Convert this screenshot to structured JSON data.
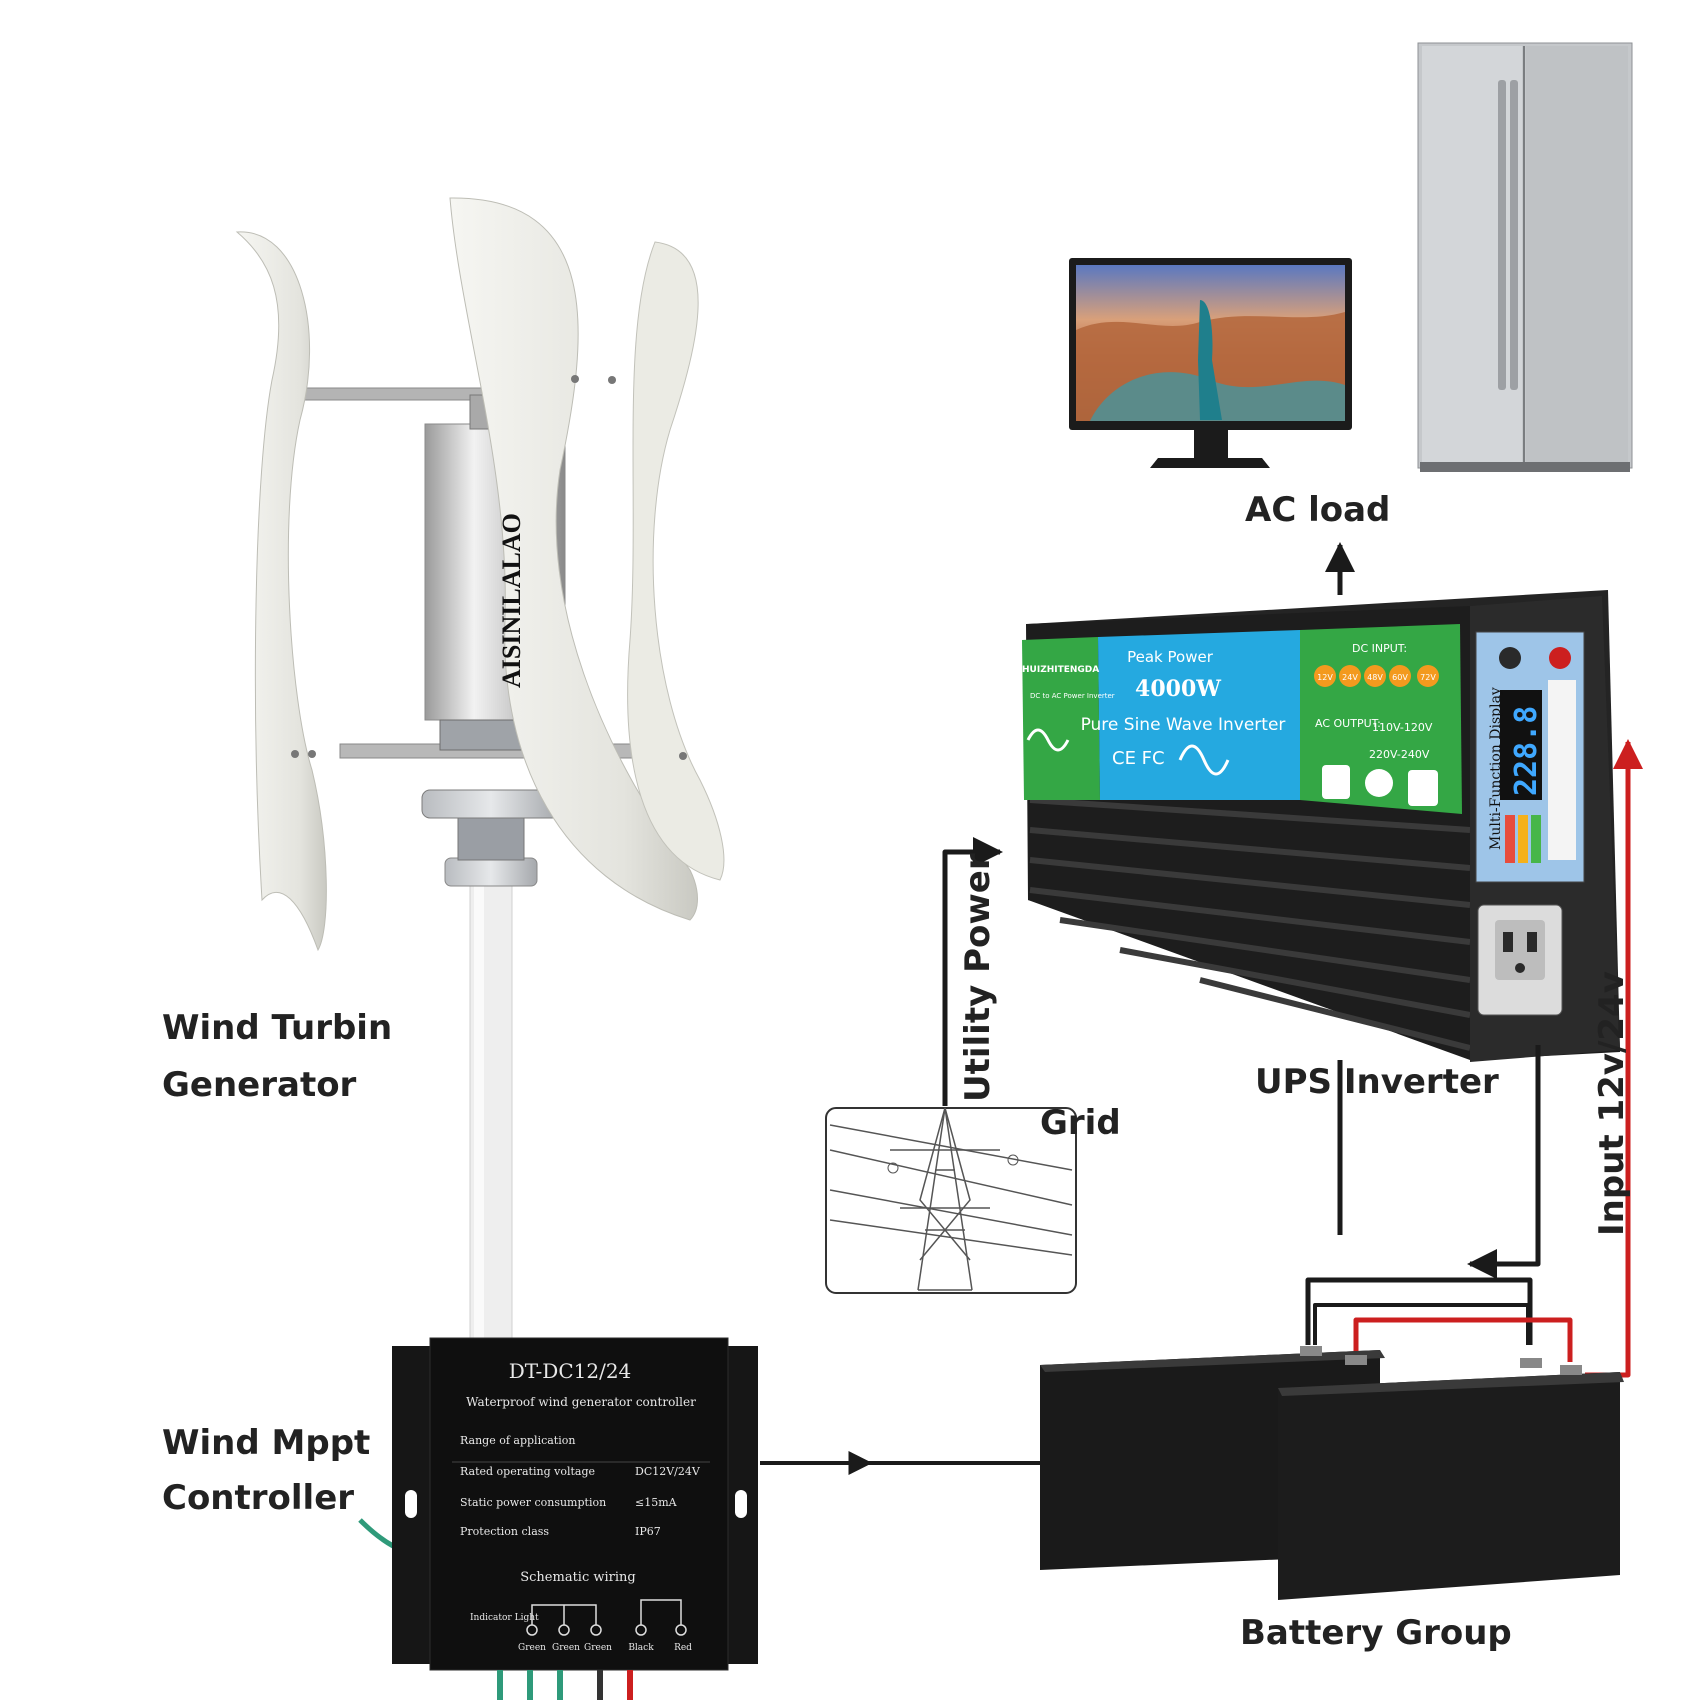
{
  "labels": {
    "wind_turbine_line1": "Wind Turbin",
    "wind_turbine_line2": "Generator",
    "controller_line1": "Wind Mppt",
    "controller_line2": "Controller",
    "ac_load": "AC load",
    "grid": "Grid",
    "utility_power": "Utility Power",
    "ups_inverter": "UPS Inverter",
    "input_voltage": "Input 12v/24v",
    "battery_group": "Battery Group"
  },
  "turbine": {
    "brand": "AISINILALAO"
  },
  "controller": {
    "model": "DT-DC12/24",
    "subtitle": "Waterproof wind generator controller",
    "specs": [
      {
        "name": "Range of application",
        "value": ""
      },
      {
        "name": "Rated operating voltage",
        "value": "DC12V/24V"
      },
      {
        "name": "Static power consumption",
        "value": "≤15mA"
      },
      {
        "name": "Protection class",
        "value": "IP67"
      }
    ],
    "wiring_title": "Schematic wiring",
    "indicator": "Indicator Light",
    "terminals": [
      "Green",
      "Green",
      "Green",
      "Black",
      "Red"
    ]
  },
  "inverter": {
    "brand": "HUIZHITENGDA",
    "type": "DC to AC Power Inverter",
    "peak": "Peak Power",
    "watts": "4000W",
    "wave": "Pure Sine Wave Inverter",
    "certs": "CE FC",
    "dc_input_title": "DC INPUT:",
    "dc_inputs": [
      "12V",
      "24V",
      "48V",
      "60V",
      "72V"
    ],
    "ac_output_title": "AC OUTPUT:",
    "ac_outputs": [
      "110V-120V",
      "220V-240V"
    ],
    "display_title": "Multi-Function Display",
    "display_reading": "228.8"
  },
  "colors": {
    "inverter_green": "#34a745",
    "inverter_blue": "#25a9e0",
    "wire_red": "#cc1f1f",
    "wire_black": "#1a1a1a"
  }
}
